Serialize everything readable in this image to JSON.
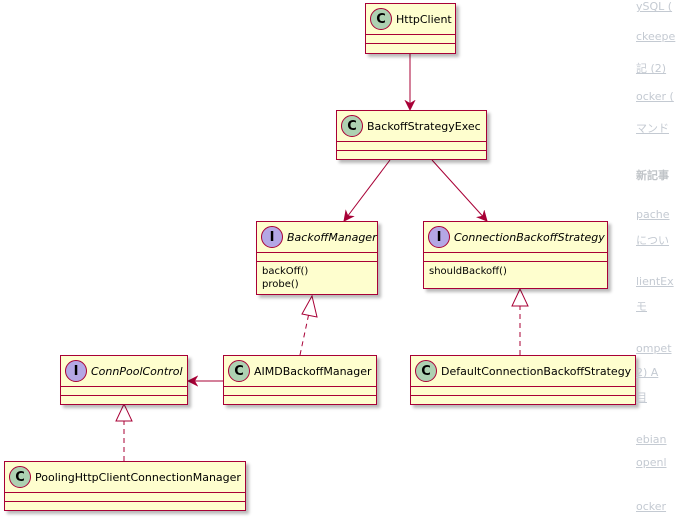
{
  "diagram": {
    "classes": {
      "http_client": {
        "kind": "C",
        "name": "HttpClient",
        "italic": false
      },
      "backoff_strategy_exec": {
        "kind": "C",
        "name": "BackoffStrategyExec",
        "italic": false
      },
      "backoff_manager": {
        "kind": "I",
        "name": "BackoffManager",
        "italic": true,
        "methods": [
          "backOff()",
          "probe()"
        ]
      },
      "connection_backoff_strategy": {
        "kind": "I",
        "name": "ConnectionBackoffStrategy",
        "italic": true,
        "methods": [
          "shouldBackoff()"
        ]
      },
      "aimd_backoff_manager": {
        "kind": "C",
        "name": "AIMDBackoffManager",
        "italic": false
      },
      "default_connection_backoff_strategy": {
        "kind": "C",
        "name": "DefaultConnectionBackoffStrategy",
        "italic": false
      },
      "conn_pool_control": {
        "kind": "I",
        "name": "ConnPoolControl",
        "italic": true
      },
      "pooling_http_client_connection_manager": {
        "kind": "C",
        "name": "PoolingHttpClientConnectionManager",
        "italic": false
      }
    },
    "relations": [
      {
        "from": "HttpClient",
        "to": "BackoffStrategyExec",
        "type": "association"
      },
      {
        "from": "BackoffStrategyExec",
        "to": "BackoffManager",
        "type": "association"
      },
      {
        "from": "BackoffStrategyExec",
        "to": "ConnectionBackoffStrategy",
        "type": "association"
      },
      {
        "from": "AIMDBackoffManager",
        "to": "BackoffManager",
        "type": "realization"
      },
      {
        "from": "DefaultConnectionBackoffStrategy",
        "to": "ConnectionBackoffStrategy",
        "type": "realization"
      },
      {
        "from": "AIMDBackoffManager",
        "to": "ConnPoolControl",
        "type": "association"
      },
      {
        "from": "PoolingHttpClientConnectionManager",
        "to": "ConnPoolControl",
        "type": "realization"
      }
    ],
    "colors": {
      "border": "#a80036",
      "fill": "#fefece",
      "class_badge": "#add1b2",
      "interface_badge": "#b4a7e5"
    }
  },
  "background_fragments": [
    "ySQL (",
    "ckeepe",
    "記 (2)",
    "ocker (",
    "マンド",
    "新記事",
    "pache",
    "につい",
    "lientEx",
    "モ",
    "ompet",
    "2)  A",
    "目",
    "ebian",
    "openl",
    "ocker"
  ]
}
